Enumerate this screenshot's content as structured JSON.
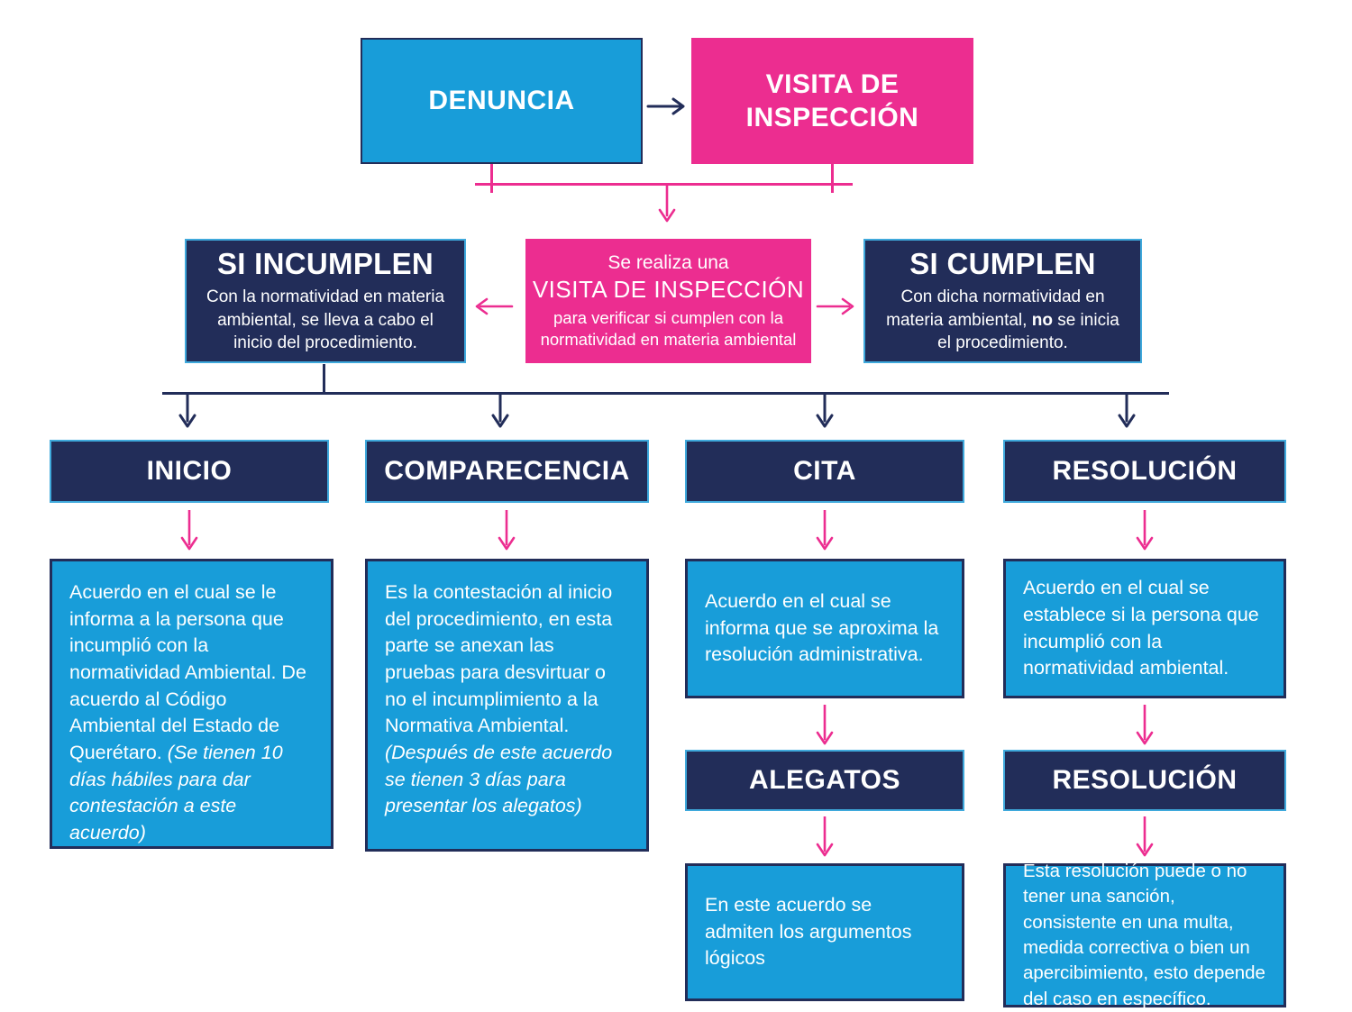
{
  "colors": {
    "pink": "#ec2d90",
    "navy": "#222d59",
    "cyan": "#189dd9",
    "bordercyan": "#3fa9dc"
  },
  "top": {
    "denuncia": "DENUNCIA",
    "visita": "VISITA DE INSPECCIÓN"
  },
  "middle": {
    "si_incumplen": {
      "title": "SI INCUMPLEN",
      "body": "Con la normatividad en materia ambiental, se lleva a cabo el inicio del procedimiento."
    },
    "center": {
      "line1": "Se realiza una",
      "line2": "VISITA DE INSPECCIÓN",
      "line3": "para verificar si cumplen con la normatividad en materia ambiental"
    },
    "si_cumplen": {
      "title": "SI CUMPLEN",
      "body_pre": "Con dicha normatividad en materia ambiental, ",
      "body_bold": "no",
      "body_post": " se inicia el procedimiento."
    }
  },
  "columns": [
    {
      "header": "INICIO",
      "body_main": "Acuerdo en el cual se le informa a la persona que incumplió con la normatividad Ambiental. De acuerdo al Código Ambiental del Estado de Querétaro. ",
      "body_italic": "(Se tienen 10 días hábiles para dar contestación a este acuerdo)"
    },
    {
      "header": "COMPARECENCIA",
      "body_main": "Es la contestación al inicio del procedimiento, en esta parte se anexan las pruebas para desvirtuar o no el incumplimiento a la Normativa Ambiental. ",
      "body_italic": "(Después de este acuerdo se tienen 3 días para presentar los alegatos)"
    },
    {
      "header": "CITA",
      "body_main": "Acuerdo en el cual se informa que se aproxima la resolución administrativa.",
      "sub_header": "ALEGATOS",
      "sub_body": "En este acuerdo se admiten los argumentos lógicos"
    },
    {
      "header": "RESOLUCIÓN",
      "body_main": "Acuerdo en el cual se establece si la persona que incumplió con la normatividad ambiental.",
      "sub_header": "RESOLUCIÓN",
      "sub_body": "Esta resolución puede o no tener una sanción, consistente en una multa, medida correctiva o bien un apercibimiento, esto depende del caso en específico."
    }
  ]
}
